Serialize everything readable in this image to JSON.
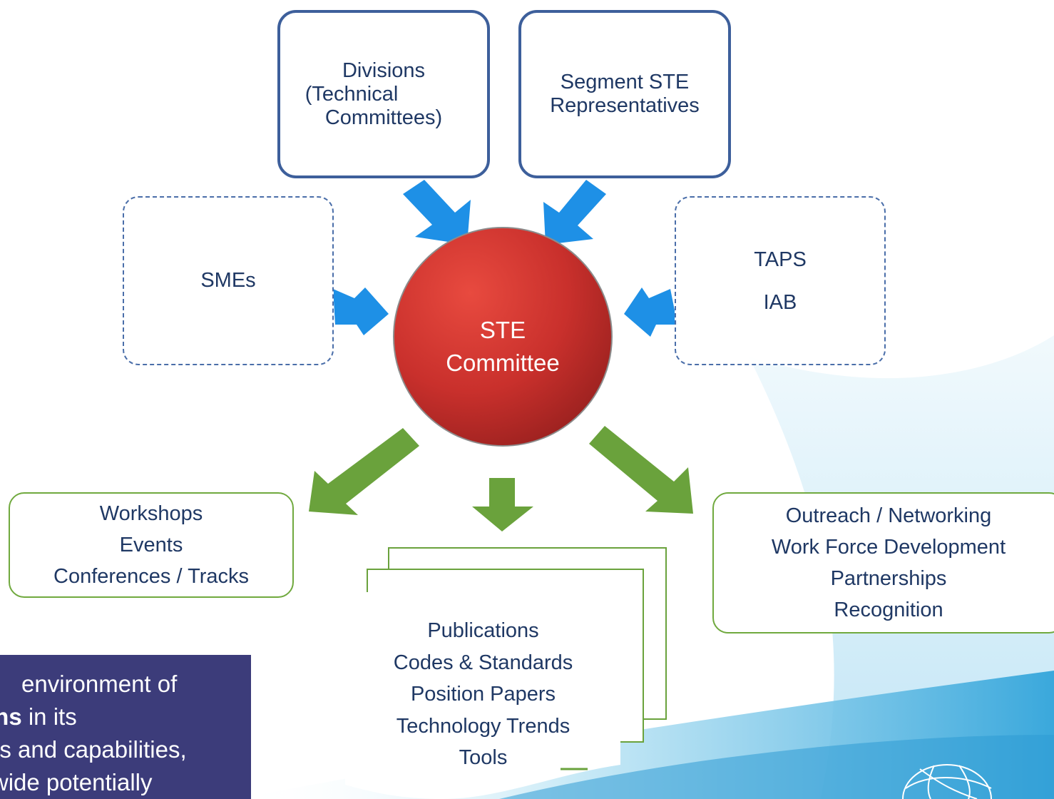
{
  "top_boxes": [
    {
      "lines": [
        "Divisions",
        "(Technical",
        "Committees)"
      ]
    },
    {
      "lines": [
        "Segment STE",
        "Representatives"
      ]
    }
  ],
  "side_boxes": {
    "left": {
      "lines": [
        "SMEs"
      ]
    },
    "right": {
      "lines": [
        "TAPS",
        "IAB"
      ]
    }
  },
  "center": {
    "lines": [
      "STE",
      "Committee"
    ]
  },
  "outputs": {
    "left": {
      "lines": [
        "Workshops",
        "Events",
        "Conferences / Tracks"
      ]
    },
    "middle": {
      "lines": [
        "Publications",
        "Codes & Standards",
        "Position Papers",
        "Technology Trends",
        "Tools"
      ]
    },
    "right": {
      "lines": [
        "Outreach / Networking",
        "Work Force Development",
        "Partnerships",
        "Recognition"
      ]
    }
  },
  "note": {
    "line1": "environment of",
    "line2_bold": "ons",
    "line2_rest": " in its",
    "line3": "ls and capabilities,",
    "line4": "hd wide potentially"
  },
  "colors": {
    "input_arrow": "#1e90e6",
    "output_arrow": "#6aa23c",
    "circle": "#c9302c",
    "note_bg": "#3c3c7a",
    "box_border": "#3d5f9b"
  }
}
